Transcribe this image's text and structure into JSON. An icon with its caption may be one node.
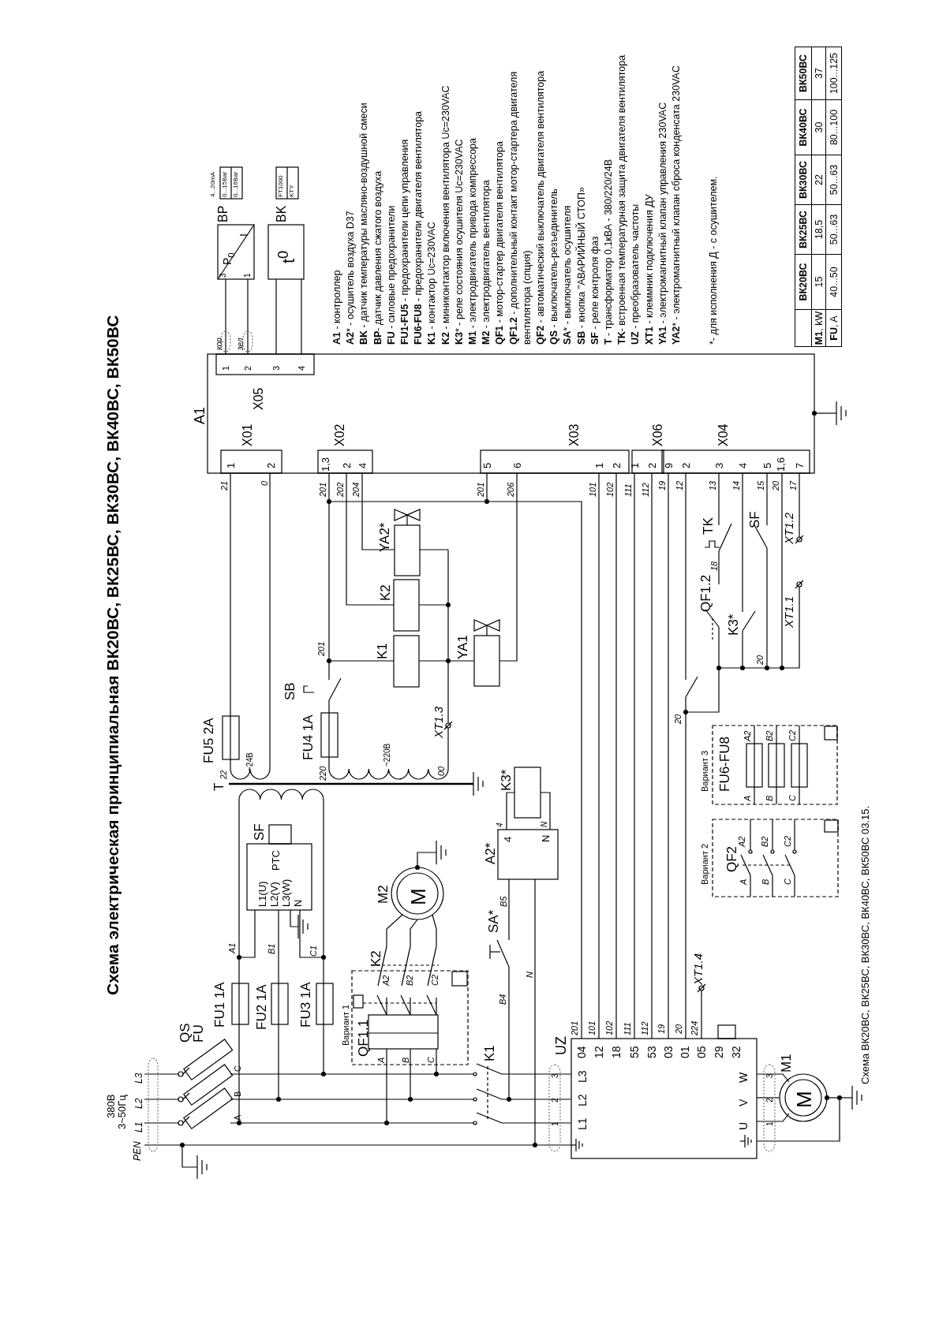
{
  "diagram": {
    "title": "Схема электрическая принципиальная ВК20ВС, ВК25ВС, ВК30ВС, ВК40ВС, ВК50ВС",
    "caption": "Схема ВК20ВС, ВК25ВС, ВК30ВС, ВК40ВС, ВК50ВС  03.15.",
    "labels": [
      "380В",
      "3~50Гц",
      "PEN",
      "L1",
      "L2",
      "L3",
      "QS",
      "FU",
      "A",
      "B",
      "C",
      "FU1 1A",
      "FU2 1A",
      "FU3 1A",
      "A1",
      "B1",
      "C1",
      "SF",
      "L1(U)",
      "L2(V)",
      "L3(W)",
      "N",
      "PTC",
      "T",
      "22",
      "~24В",
      "FU5 2A",
      "FU4 1A",
      "220",
      "~220В",
      "00",
      "XT1.3",
      "SB",
      "A1",
      "X05",
      "кор",
      "зел",
      "1",
      "2",
      "3",
      "4",
      "X01",
      "1",
      "2",
      "X02",
      "1,3",
      "2",
      "4",
      "X03",
      "5",
      "6",
      "1",
      "2",
      "X06",
      "1",
      "2",
      "X04",
      "9",
      "2",
      "3",
      "4",
      "5",
      "1,6",
      "7",
      "21",
      "0",
      "201",
      "202",
      "204",
      "201",
      "206",
      "101",
      "102",
      "111",
      "112",
      "19",
      "12",
      "13",
      "14",
      "15",
      "20",
      "17",
      "BP",
      "3",
      "P$_{0}$",
      "I",
      "1",
      "4...20mA",
      "0...15Bar",
      "0...16Bar",
      "BK",
      "t$^{0}$",
      "FT1000",
      "KTY",
      "201",
      "K1",
      "K2",
      "YA2*",
      "YA1",
      "M2",
      "M",
      "K2",
      "A2",
      "B2",
      "C2",
      "Вариант 1",
      "QF1.1",
      "A",
      "B",
      "C",
      "K1",
      "SA*",
      "B5",
      "B4",
      "N",
      "A2*",
      "4",
      "N",
      "4",
      "N",
      "K3*",
      "UZ",
      "201",
      "101",
      "102",
      "111",
      "112",
      "19",
      "20",
      "224",
      "04",
      "12",
      "18",
      "55",
      "53",
      "03",
      "01",
      "05",
      "29",
      "32",
      "L3",
      "L2",
      "L1",
      "W",
      "V",
      "U",
      "3",
      "2",
      "1",
      "3",
      "2",
      "1",
      "M1",
      "M",
      "XT1.4",
      "Вариант 2",
      "QF2",
      "A",
      "B",
      "C",
      "A2",
      "B2",
      "C2",
      "Вариант 3",
      "FU6-FU8",
      "A",
      "B",
      "C",
      "A2",
      "B2",
      "C2",
      "TK",
      "SF",
      "XT1.2",
      "QF1.2",
      "18",
      "K3*",
      "XT1.1",
      "20",
      "20",
      "**A1** - контроллер",
      "**A2*** - осушитель воздуха D37",
      "**BK** - датчик температуры масляно-воздушной смеси",
      "**BP**- датчик давления сжатого воздуха",
      "**FU** - силовые предохранители",
      "**FU1-FU5** - предохранители цепи управления",
      "**FU6-FU8** - предохранители двигателя вентилятора",
      "**K1** - контактор Uc=230VAC",
      "**K2** - миниконтактор включения вентилятора Uc=230VAC",
      "**K3*** - реле состояния осушителя Uc=230VAC",
      "**M1** - электродвигатель привода компрессора",
      "**M2** - электродвигатель вентилятора",
      "**QF1** - мотор-стартер двигателя вентилятора",
      "**QF1.2** - дополнительный контакт мотор-стартера двигателя вентилятора (спция)",
      "**QF2** - автоматический выключатель двигателя вентилятора",
      "**QS** - выключатель-резъединитель",
      "**SA*** - выключатель осушителя",
      "**SB** - кнопка \"АВАРИЙНЫЙ СТОП»",
      "**SF** - реле контроля фаз",
      "**T** - трансформатор 0,1кВА - 380/220/24В",
      "**TK**- встроенная температурная защита двигателя вентилятора",
      "**UZ** - преобразователь частоты",
      "**XT1** - клеммник подключения ДУ",
      "**YA1** - электромагнитный клапан управления 230VAC",
      "**YA2*** - электромагнитный клапан сброса конденсата 230VAC",
      "*- для исполнения Д - с осушителем.",
      "ВК20ВС",
      "ВК25ВС",
      "ВК30ВС",
      "ВК40ВС",
      "ВК50ВС",
      "**M1**, kW",
      "15",
      "18,5",
      "22",
      "30",
      "37",
      "**FU**, A",
      "40...50",
      "50...63",
      "50...63",
      "80...100",
      "100...125"
    ]
  }
}
